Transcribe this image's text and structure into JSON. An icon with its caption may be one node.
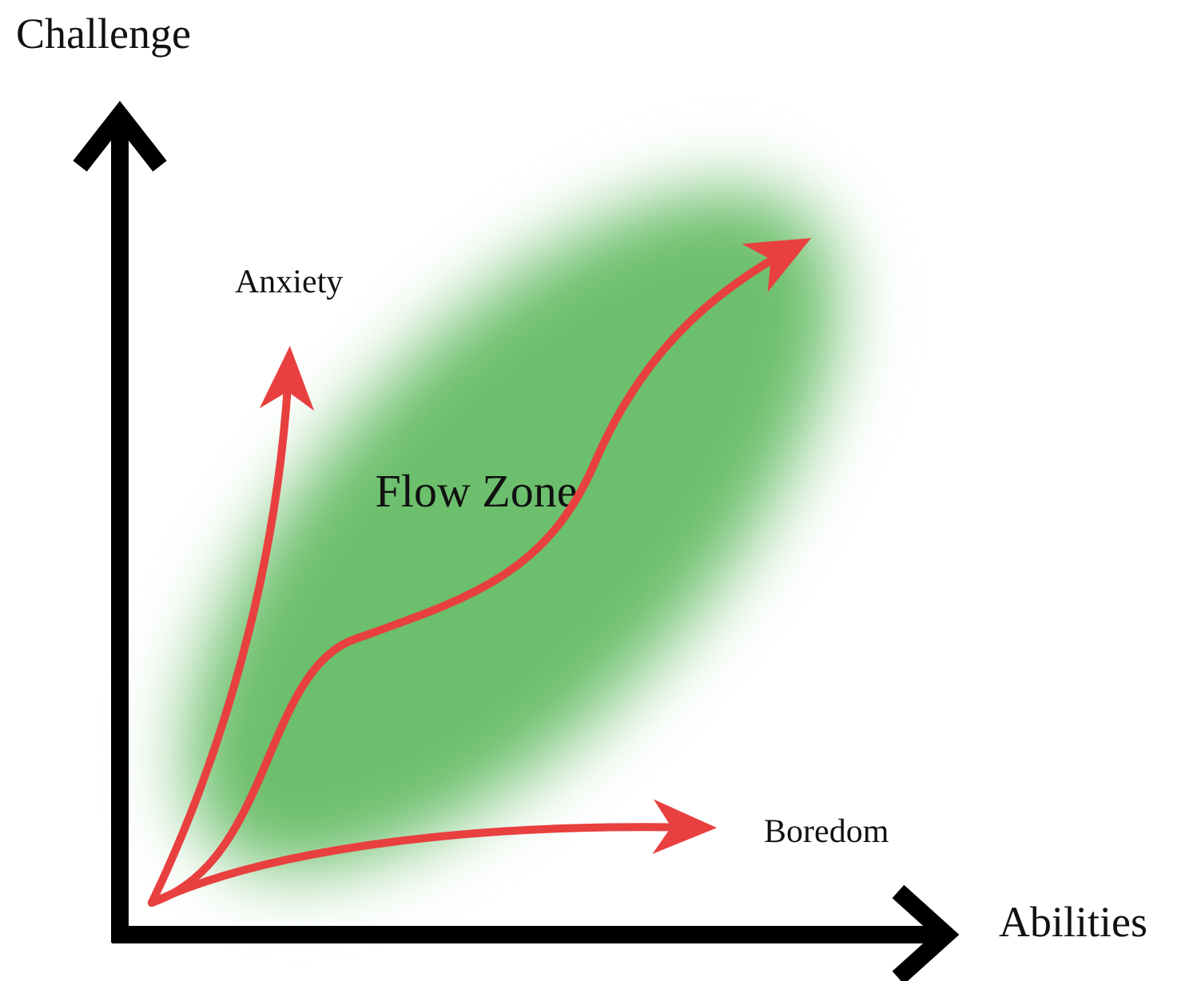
{
  "diagram": {
    "nodes": [
      {
        "text": [
          "Anxiety"
        ]
      },
      {
        "text": [
          "Flow Zone"
        ]
      },
      {
        "text": [
          "Boredom"
        ]
      }
    ],
    "edges": [
      {
        "from": null,
        "to": 0,
        "arrow": "to"
      },
      {
        "from": null,
        "to": 1,
        "arrow": "to"
      },
      {
        "from": null,
        "to": 2,
        "arrow": "to"
      }
    ],
    "labels": [
      "Challenge",
      "Abilities"
    ]
  }
}
